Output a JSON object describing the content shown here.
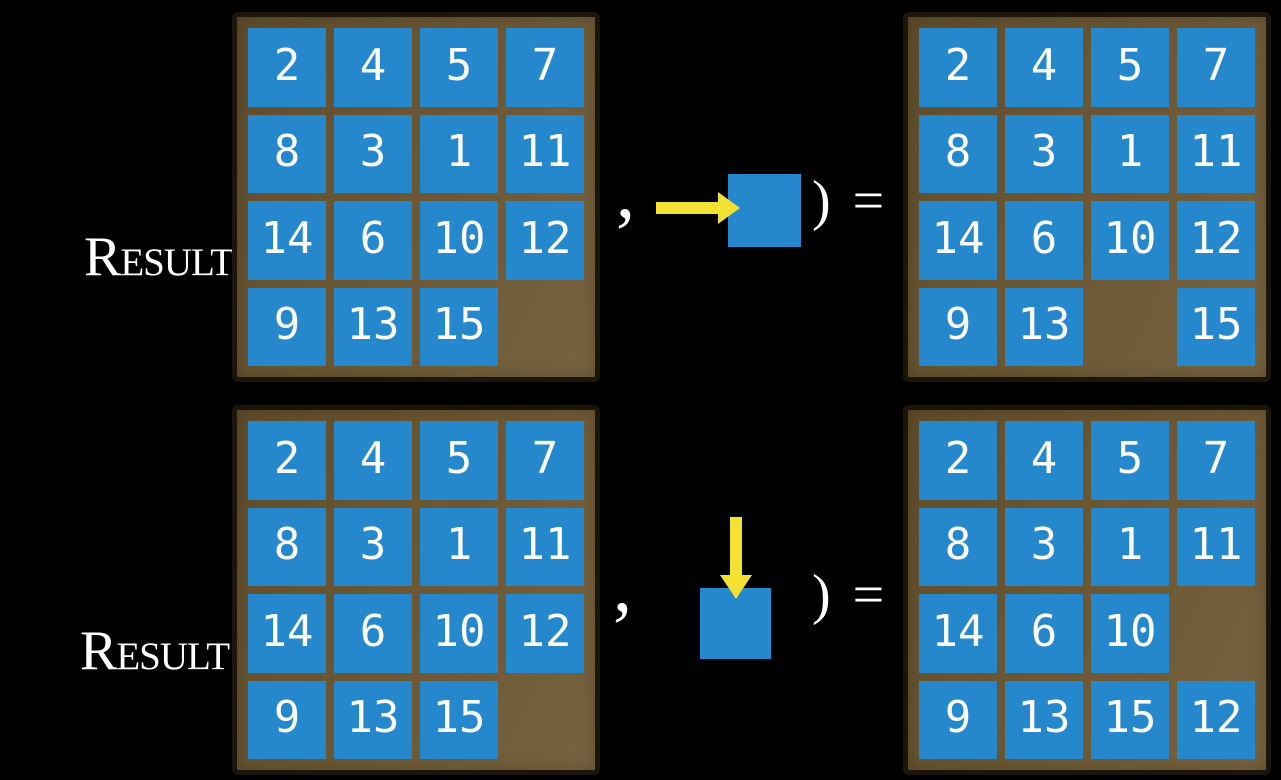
{
  "figure": {
    "function_name": "Result",
    "open_paren": "(",
    "comma": ",",
    "close_paren_equals": ") =",
    "colors": {
      "background": "#000000",
      "board": "#6b5733",
      "board_border": "#1c150b",
      "tile": "#2688cc",
      "tile_text": "#fafcfd",
      "arrow": "#f2e033",
      "label": "#ffffff"
    },
    "examples": [
      {
        "id": "slide-right",
        "arrow_direction": "right",
        "input_grid": [
          [
            "2",
            "4",
            "5",
            "7"
          ],
          [
            "8",
            "3",
            "1",
            "11"
          ],
          [
            "14",
            "6",
            "10",
            "12"
          ],
          [
            "9",
            "13",
            "15",
            ""
          ]
        ],
        "output_grid": [
          [
            "2",
            "4",
            "5",
            "7"
          ],
          [
            "8",
            "3",
            "1",
            "11"
          ],
          [
            "14",
            "6",
            "10",
            "12"
          ],
          [
            "9",
            "13",
            "",
            "15"
          ]
        ]
      },
      {
        "id": "slide-down",
        "arrow_direction": "down",
        "input_grid": [
          [
            "2",
            "4",
            "5",
            "7"
          ],
          [
            "8",
            "3",
            "1",
            "11"
          ],
          [
            "14",
            "6",
            "10",
            "12"
          ],
          [
            "9",
            "13",
            "15",
            ""
          ]
        ],
        "output_grid": [
          [
            "2",
            "4",
            "5",
            "7"
          ],
          [
            "8",
            "3",
            "1",
            "11"
          ],
          [
            "14",
            "6",
            "10",
            ""
          ],
          [
            "9",
            "13",
            "15",
            "12"
          ]
        ]
      }
    ]
  }
}
